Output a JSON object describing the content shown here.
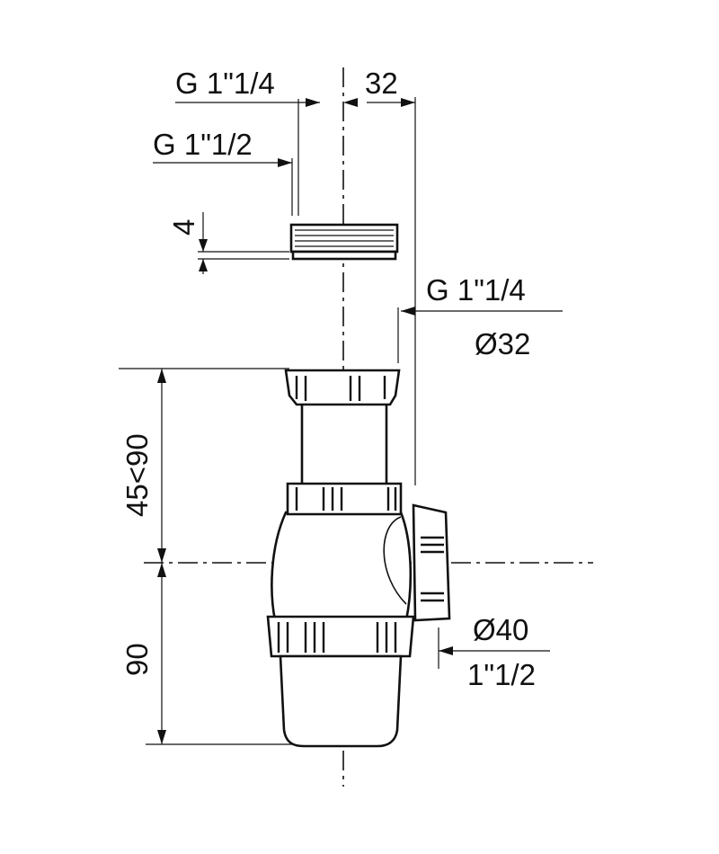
{
  "labels": {
    "top_thread": "G 1\"1/4",
    "nut_thread": "G 1\"1/2",
    "offset": "32",
    "gasket_height": "4",
    "inlet_thread": "G 1\"1/4",
    "inlet_diameter": "Ø32",
    "height_range": "45<90",
    "lower_height": "90",
    "outlet_diameter": "Ø40",
    "outlet_thread": "1\"1/2"
  }
}
